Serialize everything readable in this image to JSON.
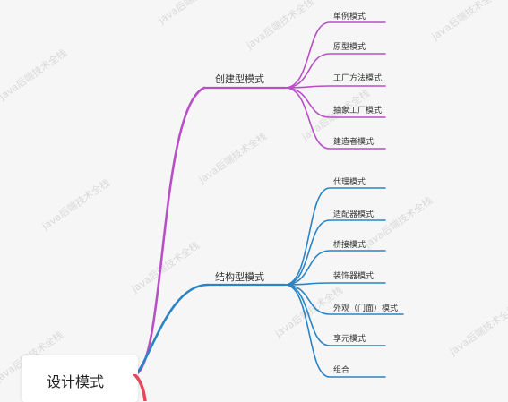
{
  "watermark": "java后端技术全栈",
  "root": {
    "label": "设计模式"
  },
  "branches": [
    {
      "label": "创建型模式",
      "color": "#b84fc6",
      "children": [
        "单例模式",
        "原型模式",
        "工厂方法模式",
        "抽象工厂模式",
        "建造者模式"
      ]
    },
    {
      "label": "结构型模式",
      "color": "#2a84c6",
      "children": [
        "代理模式",
        "适配器模式",
        "桥接模式",
        "装饰器模式",
        "外观（门面）模式",
        "享元模式",
        "组合"
      ]
    }
  ],
  "colors": {
    "background": "#f6f6f6",
    "root_accent": "#e8465b"
  }
}
